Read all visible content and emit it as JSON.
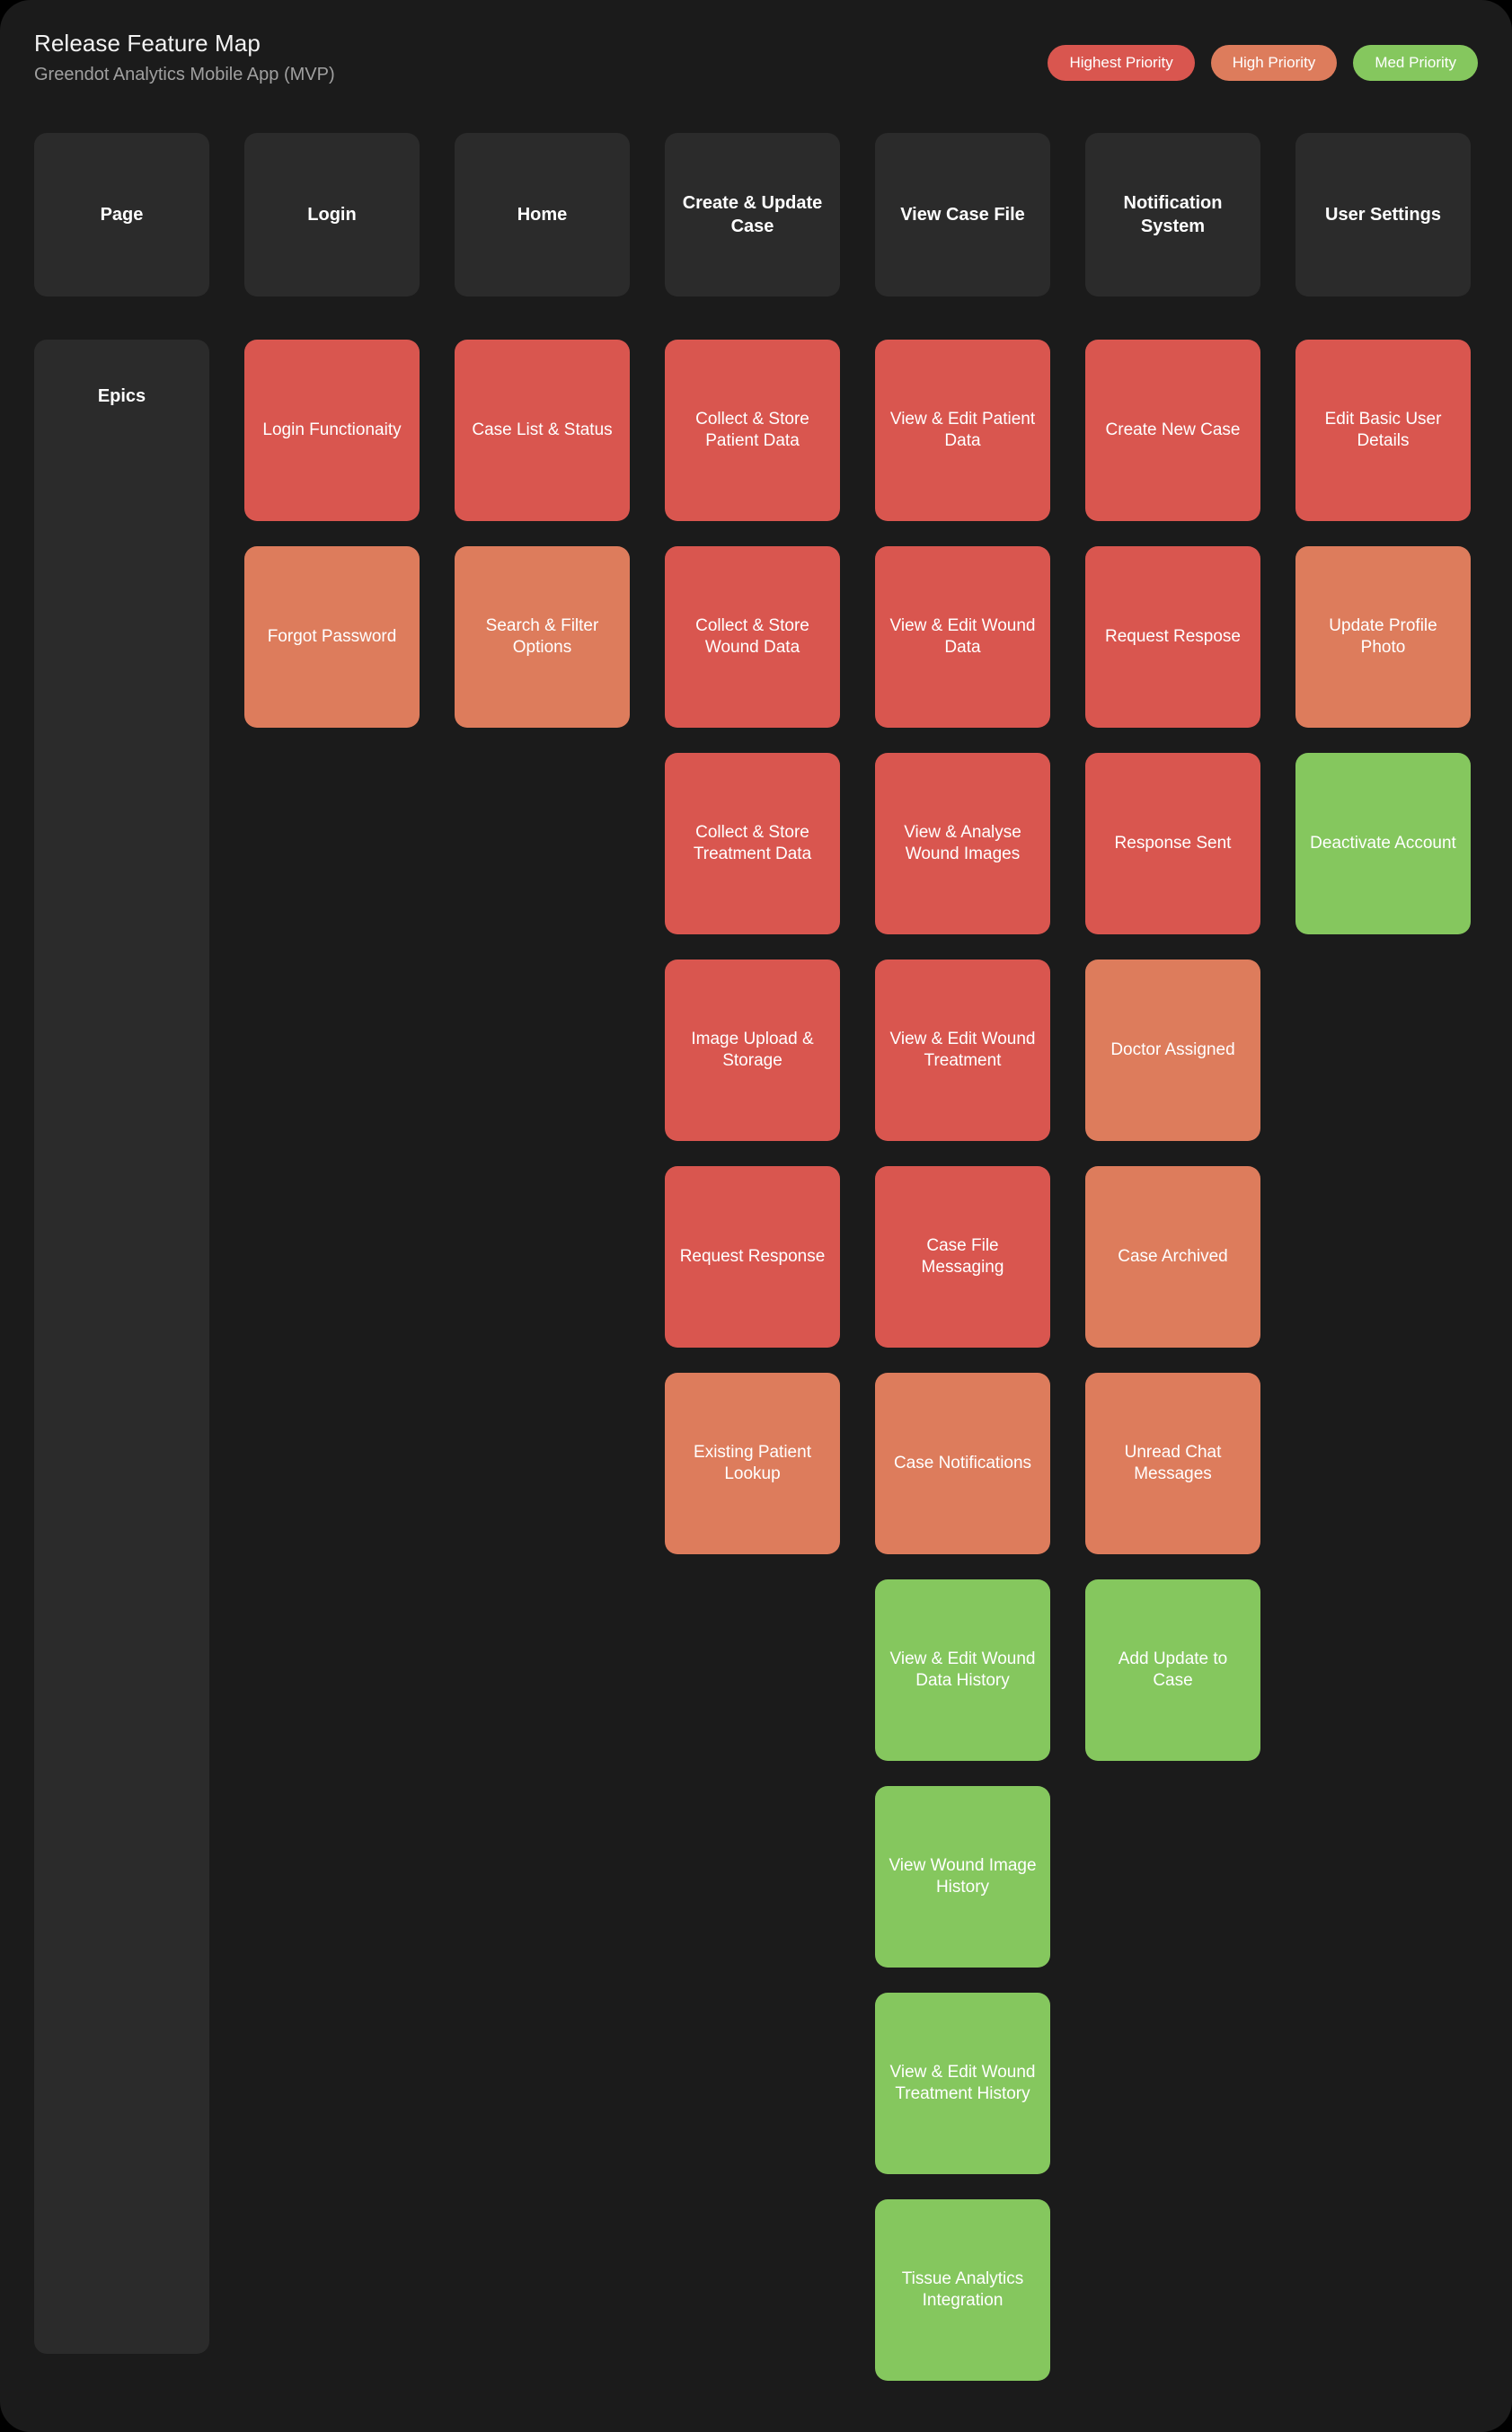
{
  "header": {
    "title": "Release Feature Map",
    "subtitle": "Greendot Analytics Mobile App (MVP)"
  },
  "colors": {
    "highest": "#d9564f",
    "high": "#dd7c5c",
    "med": "#85c75e",
    "page_bg": "#000000",
    "board_bg": "#1b1b1b",
    "panel_bg": "#2b2b2b",
    "text": "#ffffff",
    "subtitle_text": "#a0a0a0"
  },
  "legend": [
    {
      "label": "Highest Priority",
      "color": "#d9564f",
      "key": "highest"
    },
    {
      "label": "High Priority",
      "color": "#dd7c5c",
      "key": "high"
    },
    {
      "label": "Med Priority",
      "color": "#85c75e",
      "key": "med"
    }
  ],
  "row_labels": {
    "pages": "Page",
    "epics": "Epics"
  },
  "columns": [
    {
      "header": "Login",
      "cards": [
        {
          "label": "Login Functionaity",
          "priority": "highest"
        },
        {
          "label": "Forgot Password",
          "priority": "high"
        }
      ]
    },
    {
      "header": "Home",
      "cards": [
        {
          "label": "Case List & Status",
          "priority": "highest"
        },
        {
          "label": "Search & Filter Options",
          "priority": "high"
        }
      ]
    },
    {
      "header": "Create & Update Case",
      "cards": [
        {
          "label": "Collect & Store Patient Data",
          "priority": "highest"
        },
        {
          "label": "Collect & Store Wound Data",
          "priority": "highest"
        },
        {
          "label": "Collect & Store Treatment Data",
          "priority": "highest"
        },
        {
          "label": "Image Upload & Storage",
          "priority": "highest"
        },
        {
          "label": "Request Response",
          "priority": "highest"
        },
        {
          "label": "Existing Patient Lookup",
          "priority": "high"
        }
      ]
    },
    {
      "header": "View Case File",
      "cards": [
        {
          "label": "View & Edit Patient Data",
          "priority": "highest"
        },
        {
          "label": "View & Edit Wound Data",
          "priority": "highest"
        },
        {
          "label": "View & Analyse Wound Images",
          "priority": "highest"
        },
        {
          "label": "View & Edit Wound Treatment",
          "priority": "highest"
        },
        {
          "label": "Case File Messaging",
          "priority": "highest"
        },
        {
          "label": "Case Notifications",
          "priority": "high"
        },
        {
          "label": "View & Edit Wound Data History",
          "priority": "med"
        },
        {
          "label": "View Wound Image History",
          "priority": "med"
        },
        {
          "label": "View & Edit Wound Treatment History",
          "priority": "med"
        },
        {
          "label": "Tissue Analytics Integration",
          "priority": "med"
        }
      ]
    },
    {
      "header": "Notification System",
      "cards": [
        {
          "label": "Create New Case",
          "priority": "highest"
        },
        {
          "label": "Request Respose",
          "priority": "highest"
        },
        {
          "label": "Response Sent",
          "priority": "highest"
        },
        {
          "label": "Doctor Assigned",
          "priority": "high"
        },
        {
          "label": "Case Archived",
          "priority": "high"
        },
        {
          "label": "Unread Chat Messages",
          "priority": "high"
        },
        {
          "label": "Add Update to Case",
          "priority": "med"
        }
      ]
    },
    {
      "header": "User Settings",
      "cards": [
        {
          "label": "Edit Basic User Details",
          "priority": "highest"
        },
        {
          "label": "Update Profile Photo",
          "priority": "high"
        },
        {
          "label": "Deactivate Account",
          "priority": "med"
        }
      ]
    }
  ]
}
